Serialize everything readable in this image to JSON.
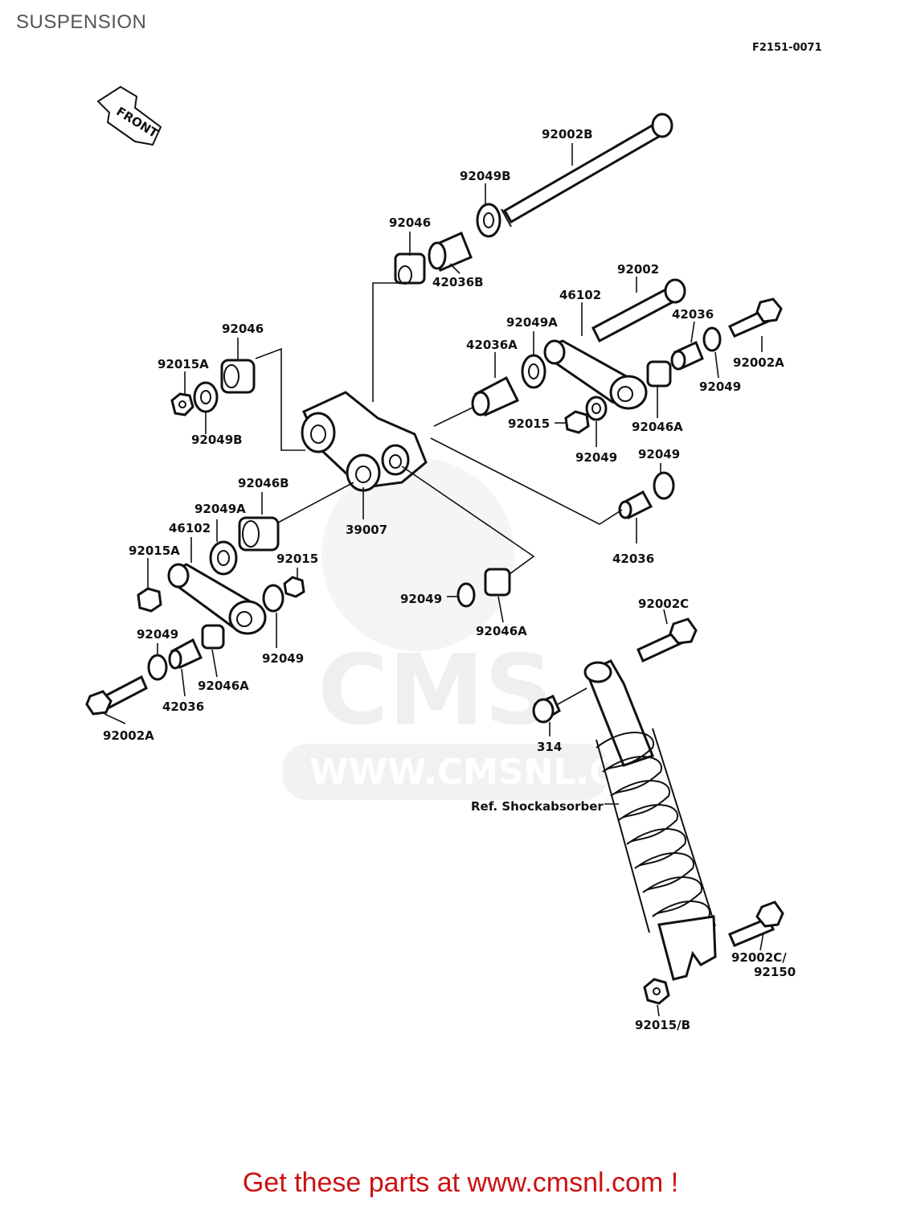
{
  "header": {
    "title": "SUSPENSION",
    "figure_code": "F2151-0071"
  },
  "front_arrow": {
    "label": "FRONT",
    "icon": "front-direction-arrow"
  },
  "watermark": {
    "brand": "CMS",
    "url": "WWW.CMSNL.COM"
  },
  "callouts": {
    "p92002B": "92002B",
    "p92049B_top": "92049B",
    "p92046_top": "92046",
    "p42036B": "42036B",
    "p92046_left": "92046",
    "p92015A_left": "92015A",
    "p92049B_left": "92049B",
    "p92002": "92002",
    "p46102_right": "46102",
    "p92049A_right": "92049A",
    "p42036A": "42036A",
    "p42036_right": "42036",
    "p92002A_right": "92002A",
    "p92049_r1": "92049",
    "p92015_mid": "92015",
    "p92046A_right": "92046A",
    "p92049_r2": "92049",
    "p92049_r3": "92049",
    "p42036_mid": "42036",
    "p39007": "39007",
    "p92046B": "92046B",
    "p92049A_left": "92049A",
    "p46102_left": "46102",
    "p92015A_low": "92015A",
    "p92015_low": "92015",
    "p92049_mid": "92049",
    "p92046A_mid": "92046A",
    "p92049_low1": "92049",
    "p92049_low2": "92049",
    "p92046A_low": "92046A",
    "p42036_low": "42036",
    "p92002A_low": "92002A",
    "p92002C_top": "92002C",
    "p314": "314",
    "ref_shock": "Ref. Shockabsorber",
    "p92002C_bottom_1": "92002C/",
    "p92002C_bottom_2": "92150",
    "p92015B": "92015/B"
  },
  "footer": {
    "link_text": "Get these parts at www.cmsnl.com !",
    "color": "#cc1111"
  }
}
